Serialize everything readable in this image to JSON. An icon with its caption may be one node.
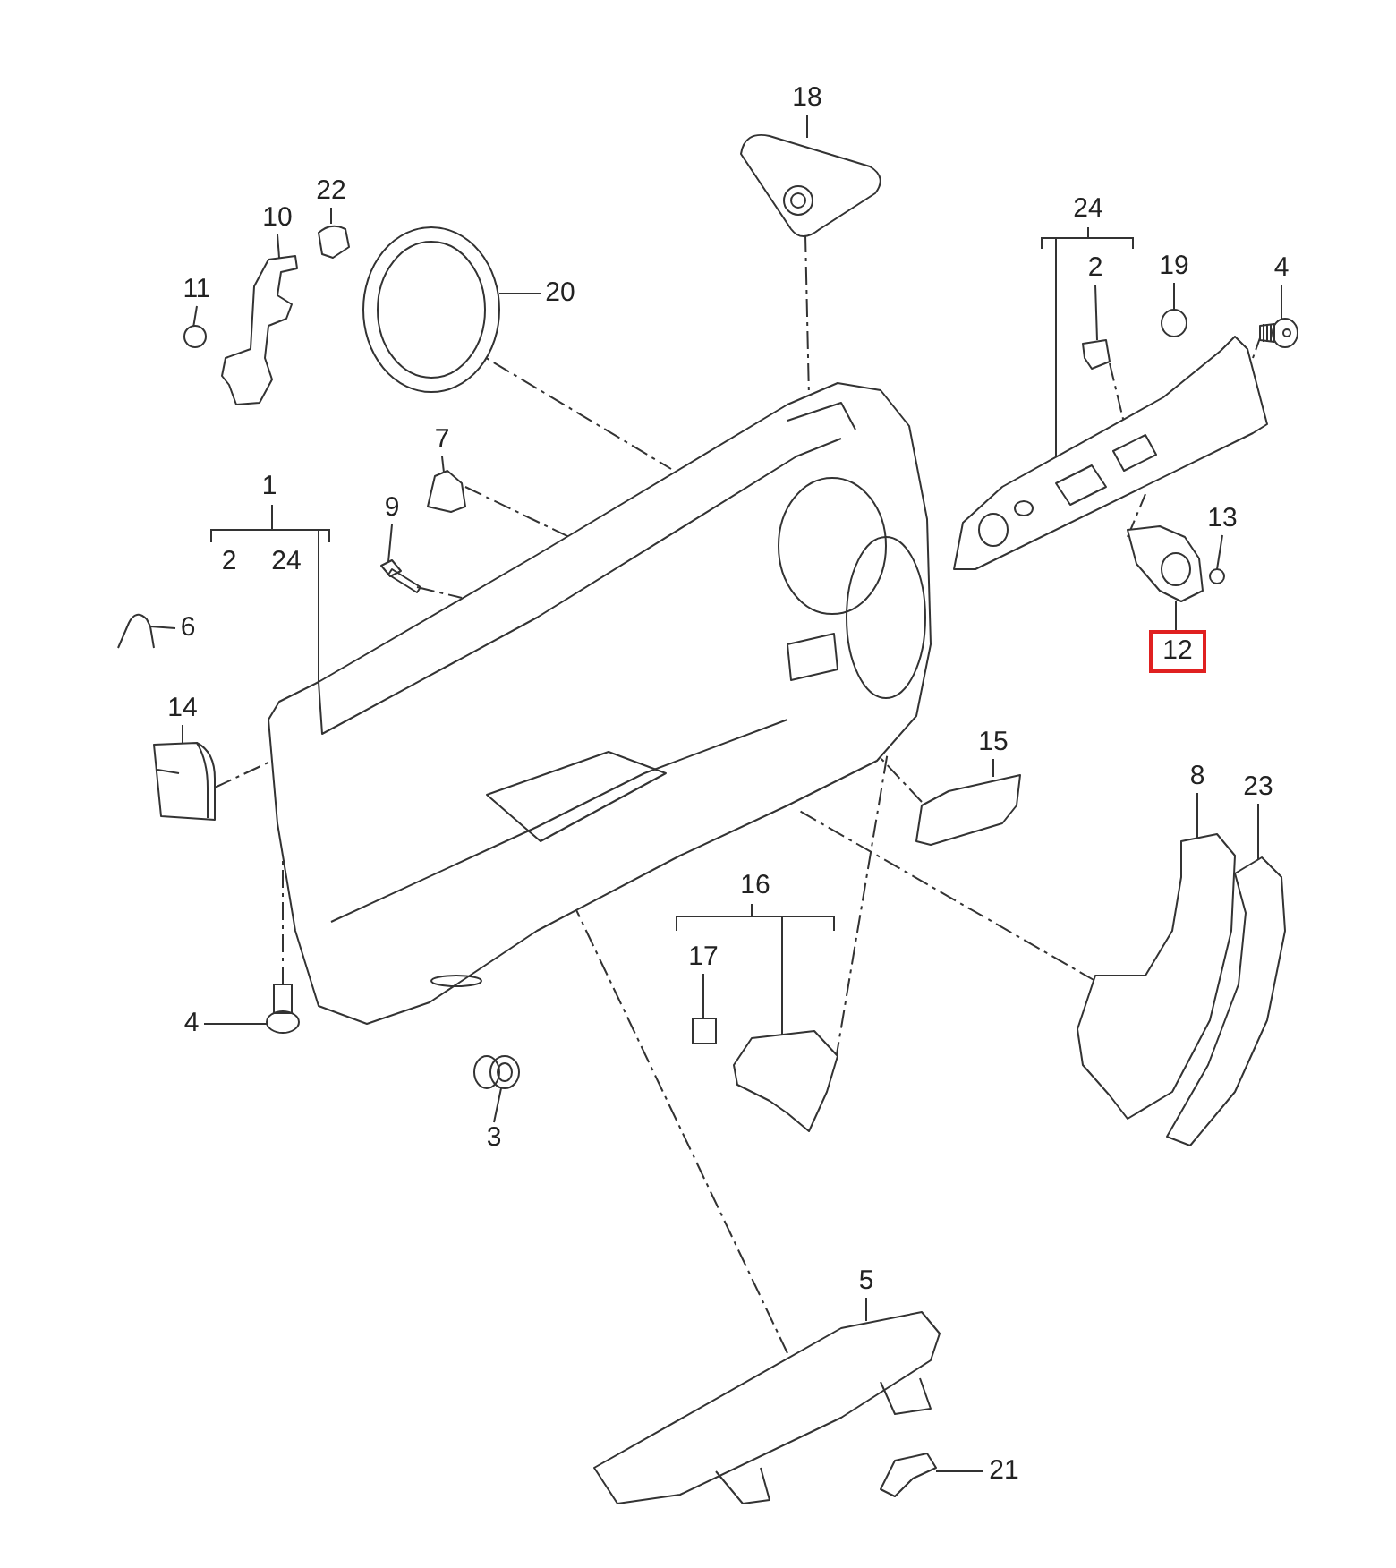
{
  "diagram": {
    "nodes": [
      {
        "text": [
          "1"
        ],
        "beside": [
          "2",
          "24"
        ]
      },
      {
        "text": [],
        "shape": "picture"
      },
      {
        "text": [
          "18"
        ]
      },
      {
        "text": [],
        "shape": "picture"
      },
      {
        "text": [
          "24"
        ]
      },
      {
        "text": [],
        "shape": "picture"
      },
      {
        "text": [
          "2"
        ]
      },
      {
        "text": [],
        "shape": "picture"
      },
      {
        "text": [
          "19"
        ]
      },
      {
        "text": [],
        "shape": "circle"
      },
      {
        "text": [
          "4"
        ]
      },
      {
        "text": [],
        "shape": "picture"
      },
      {
        "text": [
          "10"
        ]
      },
      {
        "text": [],
        "shape": "picture"
      },
      {
        "text": [
          "22"
        ]
      },
      {
        "text": [],
        "shape": "picture"
      },
      {
        "text": [
          "11"
        ]
      },
      {
        "text": [],
        "shape": "circle"
      },
      {
        "text": [
          "20"
        ]
      },
      {
        "text": [],
        "shape": "picture"
      },
      {
        "text": [
          "7"
        ]
      },
      {
        "text": [],
        "shape": "picture"
      },
      {
        "text": [
          "9"
        ]
      },
      {
        "text": [],
        "shape": "picture"
      },
      {
        "text": [
          "6"
        ]
      },
      {
        "text": [],
        "shape": "picture"
      },
      {
        "text": [
          "14"
        ]
      },
      {
        "text": [],
        "shape": "picture"
      },
      {
        "text": [
          "13"
        ]
      },
      {
        "text": [],
        "shape": "circle"
      },
      {
        "text": [
          "12"
        ]
      },
      {
        "text": [],
        "shape": "picture"
      },
      {
        "text": [
          "15"
        ]
      },
      {
        "text": [],
        "shape": "picture"
      },
      {
        "text": [
          "8"
        ]
      },
      {
        "text": [],
        "shape": "picture"
      },
      {
        "text": [
          "23"
        ]
      },
      {
        "text": [],
        "shape": "picture"
      },
      {
        "text": [
          "4"
        ]
      },
      {
        "text": [],
        "shape": "picture"
      },
      {
        "text": [
          "3"
        ]
      },
      {
        "text": [],
        "shape": "picture"
      },
      {
        "text": [
          "16"
        ]
      },
      {
        "text": [
          "17"
        ]
      },
      {
        "text": [],
        "shape": "box"
      },
      {
        "text": [],
        "shape": "picture"
      },
      {
        "text": [
          "5"
        ]
      },
      {
        "text": [],
        "shape": "picture"
      },
      {
        "text": [
          "21"
        ]
      },
      {
        "text": [],
        "shape": "picture"
      }
    ],
    "edges": [
      {
        "from": 0,
        "to": 1,
        "arrow": "none"
      },
      {
        "from": 2,
        "to": 3,
        "arrow": "none"
      },
      {
        "from": 4,
        "to": 5,
        "arrow": "none"
      },
      {
        "from": 6,
        "to": 7,
        "arrow": "none"
      },
      {
        "from": 8,
        "to": 9,
        "arrow": "none"
      },
      {
        "from": 10,
        "to": 11,
        "arrow": "none"
      },
      {
        "from": 12,
        "to": 13,
        "arrow": "none"
      },
      {
        "from": 14,
        "to": 15,
        "arrow": "none"
      },
      {
        "from": 16,
        "to": 17,
        "arrow": "none"
      },
      {
        "from": 18,
        "to": 19,
        "arrow": "none"
      },
      {
        "from": 20,
        "to": 21,
        "arrow": "none"
      },
      {
        "from": 22,
        "to": 23,
        "arrow": "none"
      },
      {
        "from": 24,
        "to": 25,
        "arrow": "none"
      },
      {
        "from": 26,
        "to": 27,
        "arrow": "none"
      },
      {
        "from": 28,
        "to": 29,
        "arrow": "none"
      },
      {
        "from": 30,
        "to": 31,
        "arrow": "none"
      },
      {
        "from": 32,
        "to": 33,
        "arrow": "none"
      },
      {
        "from": 34,
        "to": 35,
        "arrow": "none"
      },
      {
        "from": 36,
        "to": 37,
        "arrow": "none"
      },
      {
        "from": 38,
        "to": 39,
        "arrow": "none"
      },
      {
        "from": 40,
        "to": 41,
        "arrow": "none"
      },
      {
        "from": 42,
        "to": 45,
        "arrow": "none"
      },
      {
        "from": 43,
        "to": 44,
        "arrow": "none"
      },
      {
        "from": 46,
        "to": 47,
        "arrow": "none"
      },
      {
        "from": 48,
        "to": 49,
        "arrow": "none"
      },
      {
        "from": 19,
        "to": 1,
        "arrow": "none",
        "style": "dashed"
      },
      {
        "from": 3,
        "to": 1,
        "arrow": "none",
        "style": "dashed"
      },
      {
        "from": 21,
        "to": 1,
        "arrow": "none",
        "style": "dashed"
      },
      {
        "from": 23,
        "to": 1,
        "arrow": "none",
        "style": "dashed"
      },
      {
        "from": 27,
        "to": 1,
        "arrow": "none",
        "style": "dashed"
      },
      {
        "from": 39,
        "to": 1,
        "arrow": "none",
        "style": "dashed"
      },
      {
        "from": 33,
        "to": 1,
        "arrow": "none",
        "style": "dashed"
      },
      {
        "from": 35,
        "to": 1,
        "arrow": "none",
        "style": "dashed"
      },
      {
        "from": 47,
        "to": 1,
        "arrow": "none",
        "style": "dashed"
      },
      {
        "from": 45,
        "to": 1,
        "arrow": "none",
        "style": "dashed"
      },
      {
        "from": 11,
        "to": 5,
        "arrow": "none",
        "style": "dashed"
      },
      {
        "from": 7,
        "to": 5,
        "arrow": "none",
        "style": "dashed"
      },
      {
        "from": 31,
        "to": 5,
        "arrow": "none",
        "style": "dashed"
      }
    ]
  }
}
